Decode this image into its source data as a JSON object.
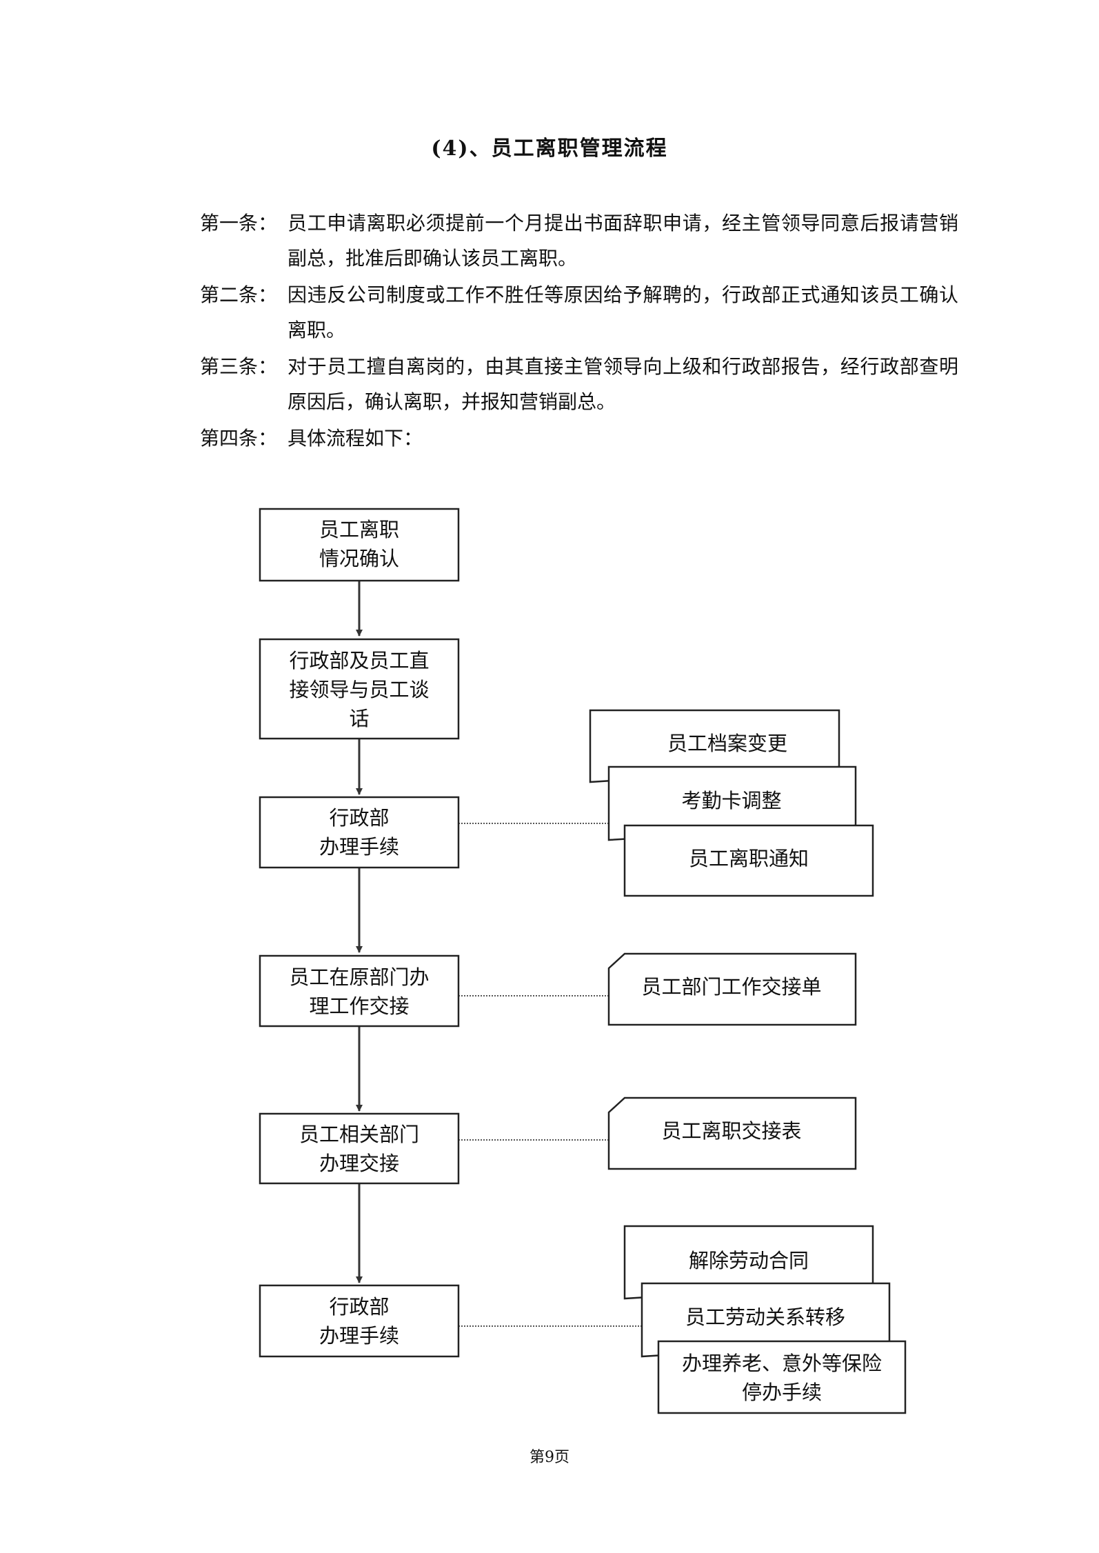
{
  "doc": {
    "title": "(4)、员工离职管理流程",
    "clauses": [
      {
        "label": "第一条：",
        "text": "员工申请离职必须提前一个月提出书面辞职申请，经主管领导同意后报请营销副总，批准后即确认该员工离职。"
      },
      {
        "label": "第二条：",
        "text": "因违反公司制度或工作不胜任等原因给予解聘的，行政部正式通知该员工确认离职。"
      },
      {
        "label": "第三条：",
        "text": "对于员工擅自离岗的，由其直接主管领导向上级和行政部报告，经行政部查明原因后，确认离职，并报知营销副总。"
      },
      {
        "label": "第四条：",
        "text": "具体流程如下："
      }
    ],
    "page_number": "第9页"
  },
  "flowchart": {
    "steps": [
      [
        "员工离职",
        "情况确认"
      ],
      [
        "行政部及员工直",
        "接领导与员工谈",
        "话"
      ],
      [
        "行政部",
        "办理手续"
      ],
      [
        "员工在原部门办",
        "理工作交接"
      ],
      [
        "员工相关部门",
        "办理交接"
      ],
      [
        "行政部",
        "办理手续"
      ]
    ],
    "documents": [
      [
        "员工档案变更"
      ],
      [
        "考勤卡调整"
      ],
      [
        "员工离职通知"
      ],
      [
        "员工部门工作交接单"
      ],
      [
        "员工离职交接表"
      ],
      [
        "解除劳动合同"
      ],
      [
        "员工劳动关系转移"
      ],
      [
        "办理养老、意外等保险",
        "停办手续"
      ]
    ]
  }
}
